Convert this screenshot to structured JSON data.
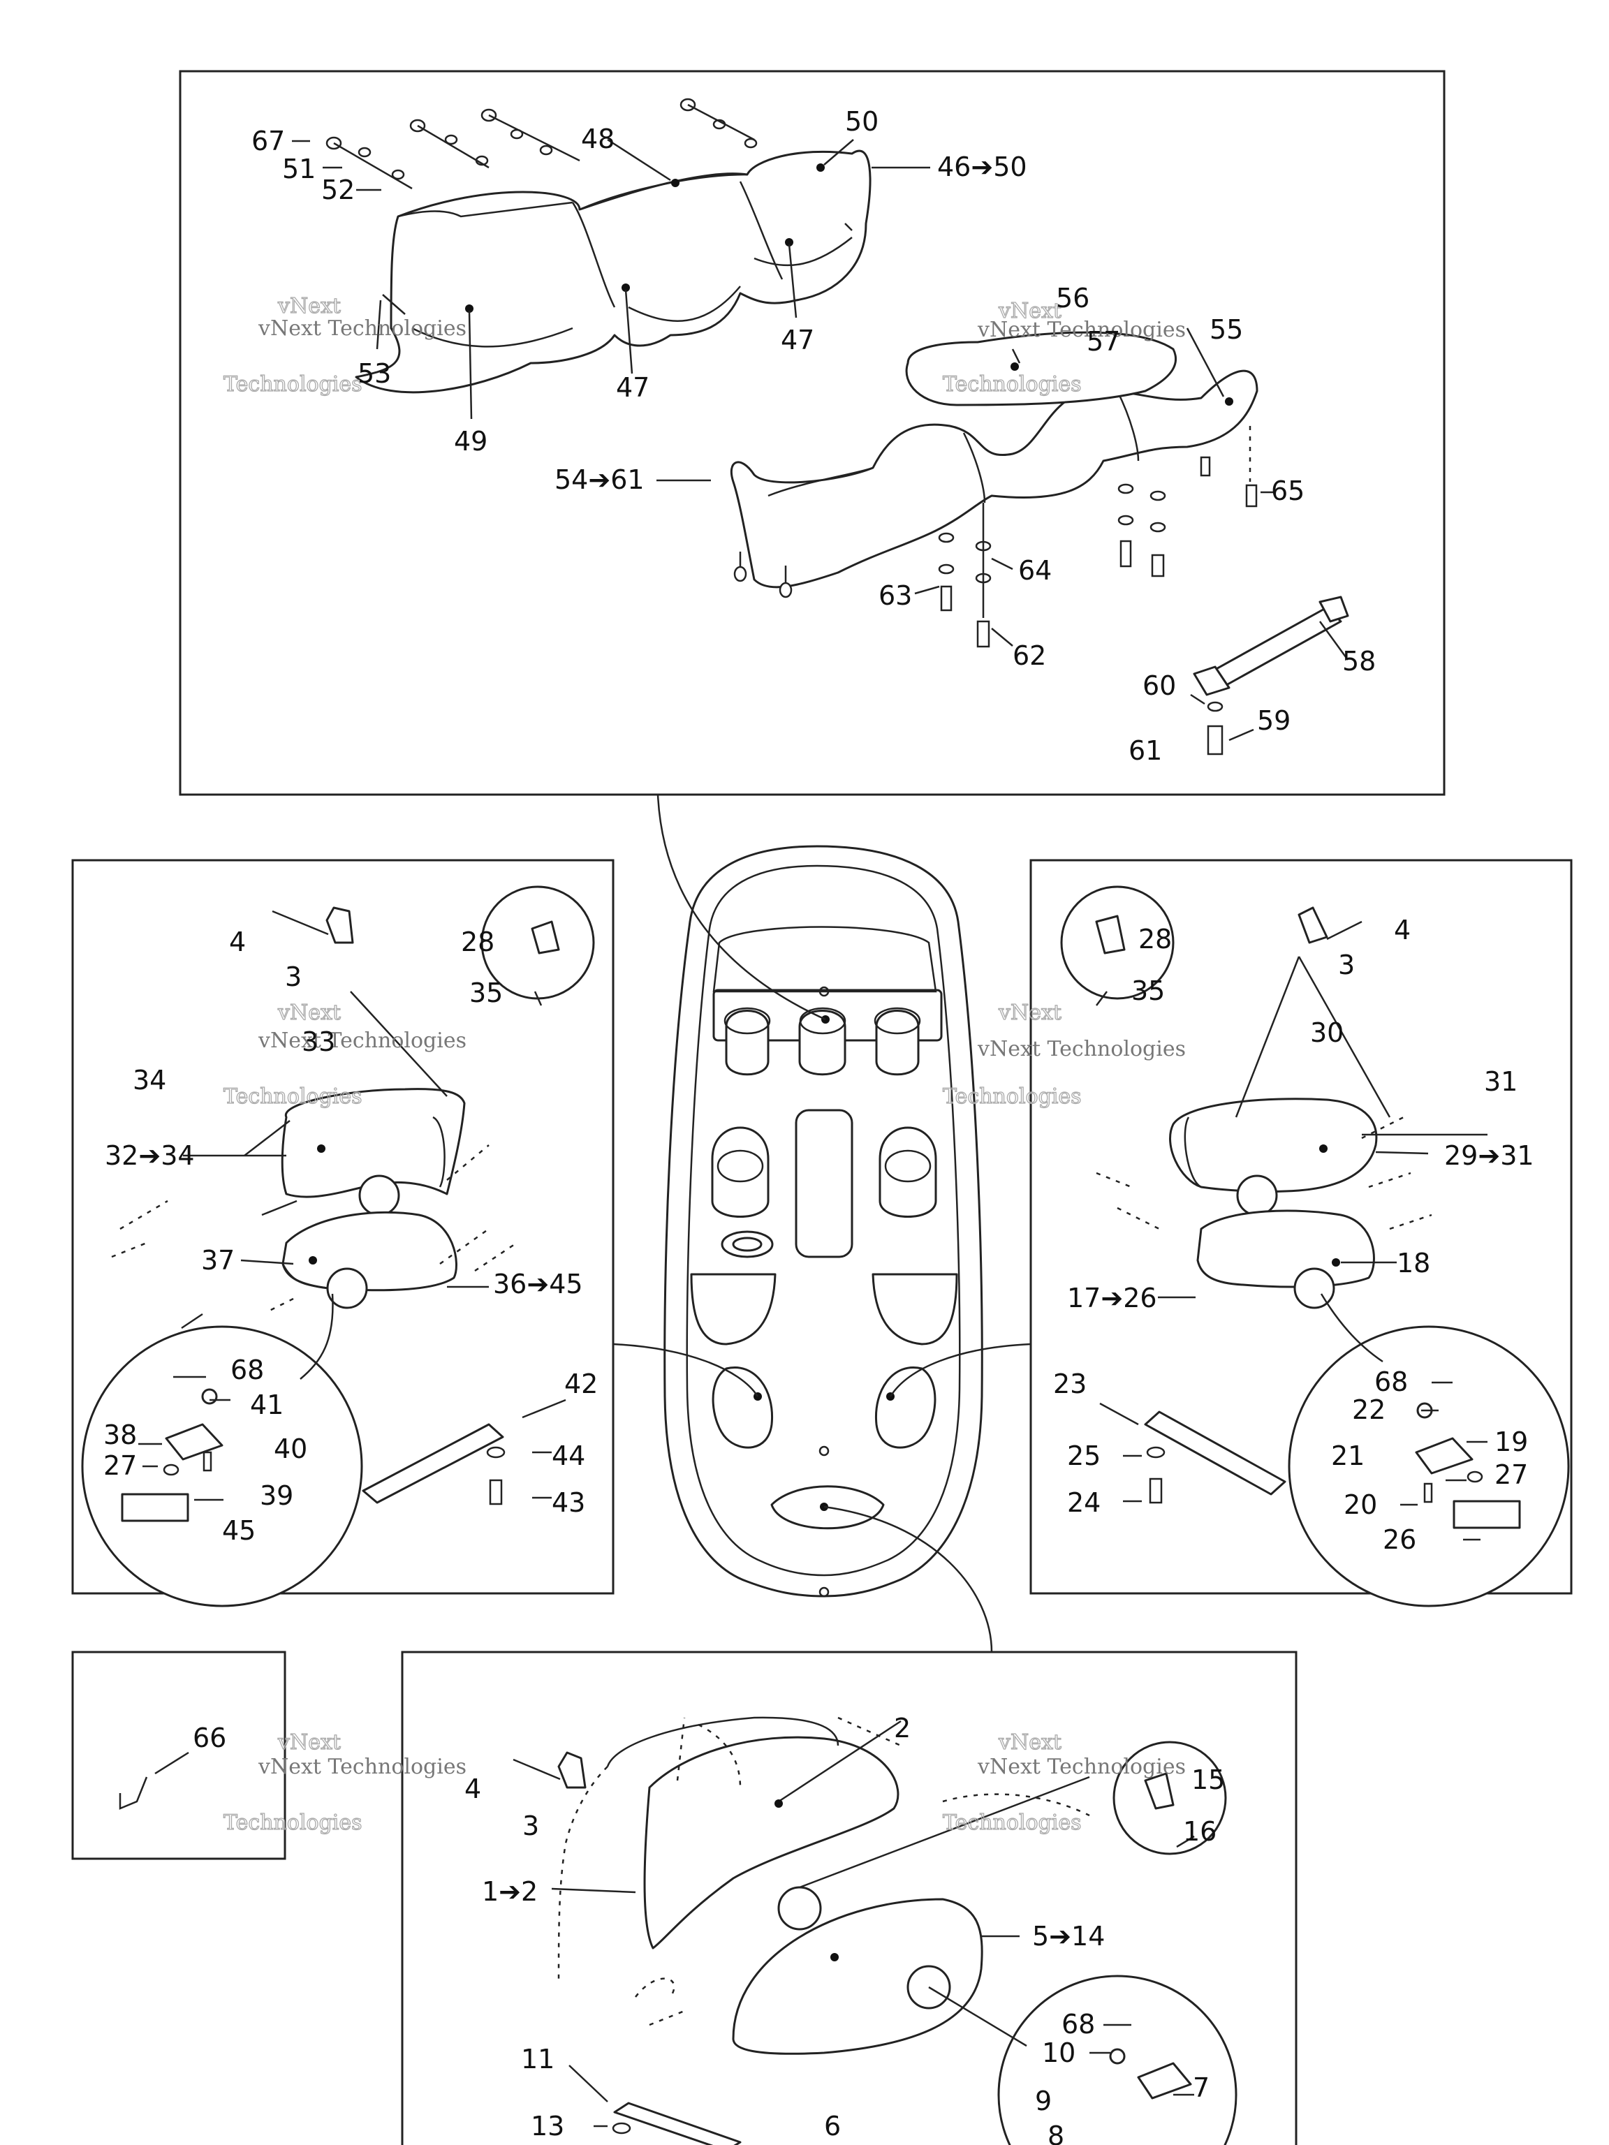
{
  "watermark": {
    "line1": "vNext",
    "line2": "vNext Technologies",
    "line3": "Technologies"
  },
  "callouts": {
    "c67": "67",
    "c51": "51",
    "c52": "52",
    "c48": "48",
    "c50": "50",
    "c46_50": "46➔50",
    "c47a": "47",
    "c47b": "47",
    "c49": "49",
    "c53": "53",
    "c56": "56",
    "c57": "57",
    "c55": "55",
    "c54_61": "54➔61",
    "c65": "65",
    "c64": "64",
    "c63": "63",
    "c62": "62",
    "c58": "58",
    "c60": "60",
    "c59": "59",
    "c61": "61",
    "L4": "4",
    "L3": "3",
    "L28": "28",
    "L35": "35",
    "L33": "33",
    "L34": "34",
    "L32_34": "32➔34",
    "L37": "37",
    "L36_45": "36➔45",
    "L68": "68",
    "L41": "41",
    "L38": "38",
    "L40": "40",
    "L27": "27",
    "L39": "39",
    "L45": "45",
    "L42": "42",
    "L44": "44",
    "L43": "43",
    "R28": "28",
    "R35": "35",
    "R4": "4",
    "R3": "3",
    "R30": "30",
    "R31": "31",
    "R29_31": "29➔31",
    "R18": "18",
    "R17_26": "17➔26",
    "R23": "23",
    "R25": "25",
    "R24": "24",
    "R68": "68",
    "R22": "22",
    "R19": "19",
    "R21": "21",
    "R27": "27",
    "R20": "20",
    "R26": "26",
    "B66": "66",
    "B4": "4",
    "B3": "3",
    "B2": "2",
    "B1_2": "1➔2",
    "B15": "15",
    "B16": "16",
    "B5_14": "5➔14",
    "B68": "68",
    "B10": "10",
    "B7": "7",
    "B9": "9",
    "B8": "8",
    "B11": "11",
    "B13": "13",
    "B6": "6"
  }
}
